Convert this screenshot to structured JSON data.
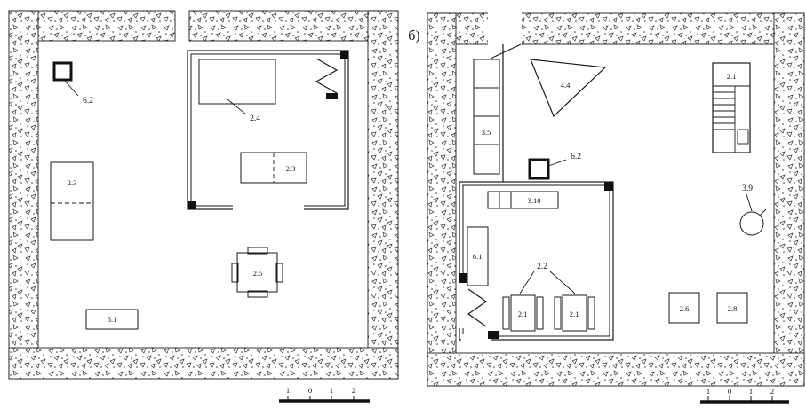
{
  "plan_a": {
    "labels": {
      "item_62": "6.2",
      "item_23_left": "2.3",
      "item_24": "2.4",
      "item_23_room": "2.3",
      "item_25": "2.5",
      "item_61": "6.1"
    },
    "scale": [
      "1",
      "0",
      "1",
      "2"
    ]
  },
  "plan_b": {
    "letter": "б)",
    "labels": {
      "item_35": "3.5",
      "item_44": "4.4",
      "item_21_top": "2.1",
      "item_62": "6.2",
      "item_310": "3.10",
      "item_61": "6.1",
      "item_22": "2.2",
      "item_21_a": "2.1",
      "item_21_b": "2.1",
      "item_39": "3.9",
      "item_26": "2.6",
      "item_28": "2.8"
    },
    "scale": [
      "1",
      "0",
      "1",
      "2"
    ]
  }
}
